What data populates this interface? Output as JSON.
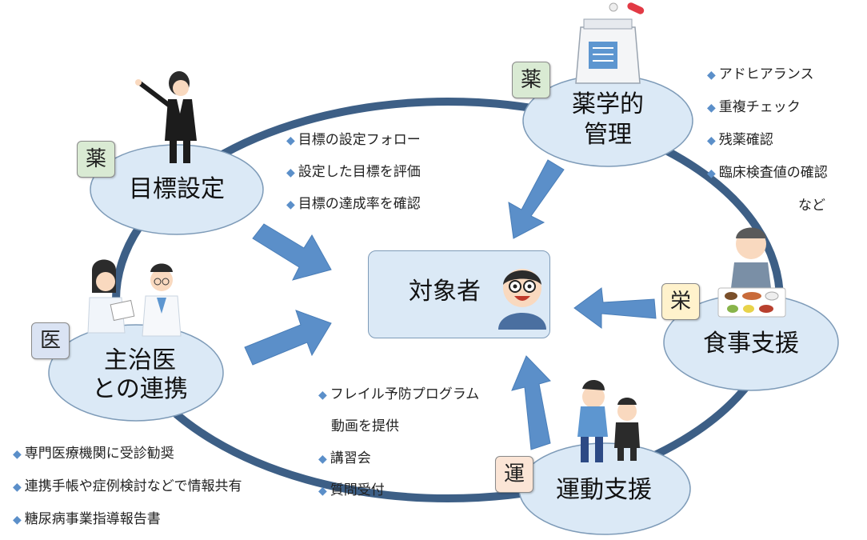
{
  "center": {
    "label": "対象者"
  },
  "nodes": {
    "goal": {
      "label": "目標設定",
      "badge": "薬"
    },
    "pharma": {
      "label_line1": "薬学的",
      "label_line2": "管理",
      "badge": "薬"
    },
    "diet": {
      "label": "食事支援",
      "badge": "栄"
    },
    "exercise": {
      "label": "運動支援",
      "badge": "運"
    },
    "doctor": {
      "label_line1": "主治医",
      "label_line2": "との連携",
      "badge": "医"
    }
  },
  "lists": {
    "goal": [
      "目標の設定フォロー",
      "設定した目標を評価",
      "目標の達成率を確認"
    ],
    "pharma": [
      "アドヒアランス",
      "重複チェック",
      "残薬確認",
      "臨床検査値の確認"
    ],
    "pharma_suffix": "など",
    "exercise": [
      "フレイル予防プログラム",
      "講習会",
      "質問受付"
    ],
    "exercise_cont": "動画を提供",
    "doctor": [
      "専門医療機関に受診勧奨",
      "連携手帳や症例検討などで情報共有",
      "糖尿病事業指導報告書"
    ]
  },
  "colors": {
    "ring": "#3d5f86",
    "node_fill": "#dbe9f6",
    "arrow": "#5b8fc9",
    "badge_yaku": "#d9ead3",
    "badge_ei": "#fff2cc",
    "badge_un": "#fbe5d6",
    "badge_i": "#dae3f3"
  }
}
